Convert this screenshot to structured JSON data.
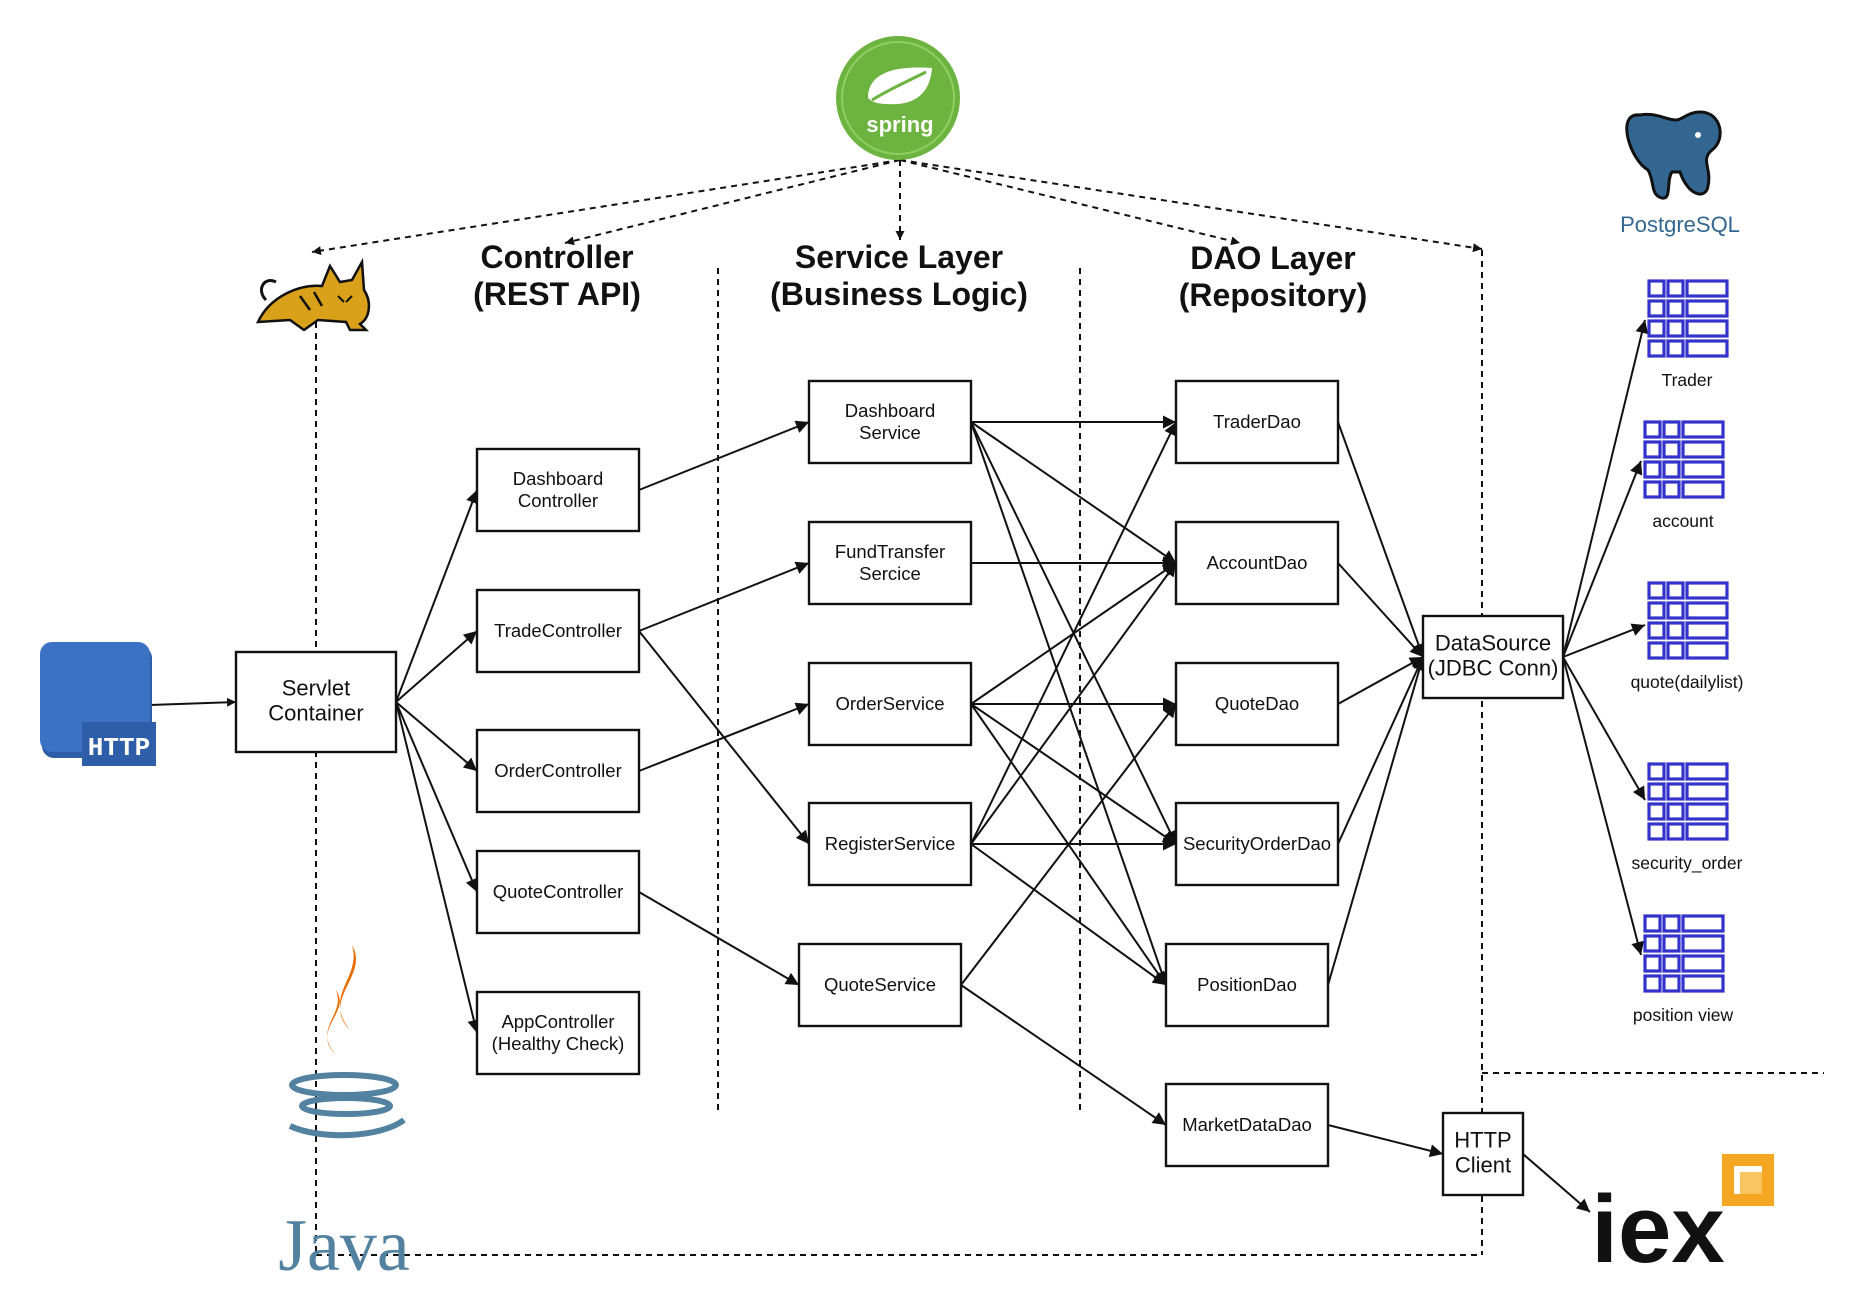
{
  "colors": {
    "line": "#111111",
    "spring_green": "#6db33f",
    "table_blue": "#3333cc",
    "postgres_blue": "#336791",
    "http_blue": "#3c72c4",
    "java_orange": "#e76f00",
    "java_blue": "#5382a1",
    "tomcat_yellow": "#d9a11a",
    "iex_orange": "#f5a623"
  },
  "logos": {
    "spring": {
      "text": "spring",
      "icon": "spring-leaf-icon"
    },
    "tomcat": {
      "icon": "tomcat-cat-icon"
    },
    "http": {
      "text": "HTTP",
      "icon": "http-document-icon"
    },
    "java": {
      "text": "Java",
      "icon": "java-coffee-cup-icon"
    },
    "postgres": {
      "text": "PostgreSQL",
      "icon": "postgres-elephant-icon"
    },
    "iex": {
      "text": "iex",
      "icon": "iex-square-icon"
    }
  },
  "headers": {
    "controller": [
      "Controller",
      "(REST API)"
    ],
    "service": [
      "Service Layer",
      "(Business Logic)"
    ],
    "dao": [
      "DAO Layer",
      "(Repository)"
    ]
  },
  "nodes": {
    "servlet": [
      "Servlet",
      "Container"
    ],
    "dashboard_controller": [
      "Dashboard",
      "Controller"
    ],
    "trade_controller": [
      "TradeController"
    ],
    "order_controller": [
      "OrderController"
    ],
    "quote_controller": [
      "QuoteController"
    ],
    "app_controller": [
      "AppController",
      "(Healthy Check)"
    ],
    "dashboard_service": [
      "Dashboard",
      "Service"
    ],
    "fundtransfer_service": [
      "FundTransfer",
      "Sercice"
    ],
    "order_service": [
      "OrderService"
    ],
    "register_service": [
      "RegisterService"
    ],
    "quote_service": [
      "QuoteService"
    ],
    "trader_dao": [
      "TraderDao"
    ],
    "account_dao": [
      "AccountDao"
    ],
    "quote_dao": [
      "QuoteDao"
    ],
    "securityorder_dao": [
      "SecurityOrderDao"
    ],
    "position_dao": [
      "PositionDao"
    ],
    "marketdata_dao": [
      "MarketDataDao"
    ],
    "datasource": [
      "DataSource",
      "(JDBC Conn)"
    ],
    "http_client": [
      "HTTP",
      "Client"
    ]
  },
  "tables": [
    "Trader",
    "account",
    "quote(dailylist)",
    "security_order",
    "position view"
  ],
  "edges": [
    [
      "http",
      "servlet"
    ],
    [
      "servlet",
      "dashboard_controller"
    ],
    [
      "servlet",
      "trade_controller"
    ],
    [
      "servlet",
      "order_controller"
    ],
    [
      "servlet",
      "quote_controller"
    ],
    [
      "servlet",
      "app_controller"
    ],
    [
      "dashboard_controller",
      "dashboard_service"
    ],
    [
      "trade_controller",
      "fundtransfer_service"
    ],
    [
      "trade_controller",
      "register_service"
    ],
    [
      "order_controller",
      "order_service"
    ],
    [
      "quote_controller",
      "quote_service"
    ],
    [
      "dashboard_service",
      "trader_dao"
    ],
    [
      "dashboard_service",
      "account_dao"
    ],
    [
      "dashboard_service",
      "securityorder_dao"
    ],
    [
      "dashboard_service",
      "position_dao"
    ],
    [
      "fundtransfer_service",
      "account_dao"
    ],
    [
      "order_service",
      "account_dao"
    ],
    [
      "order_service",
      "quote_dao"
    ],
    [
      "order_service",
      "securityorder_dao"
    ],
    [
      "order_service",
      "position_dao"
    ],
    [
      "register_service",
      "trader_dao"
    ],
    [
      "register_service",
      "account_dao"
    ],
    [
      "register_service",
      "securityorder_dao"
    ],
    [
      "register_service",
      "position_dao"
    ],
    [
      "quote_service",
      "quote_dao"
    ],
    [
      "quote_service",
      "marketdata_dao"
    ],
    [
      "trader_dao",
      "datasource"
    ],
    [
      "account_dao",
      "datasource"
    ],
    [
      "quote_dao",
      "datasource"
    ],
    [
      "securityorder_dao",
      "datasource"
    ],
    [
      "position_dao",
      "datasource"
    ],
    [
      "datasource",
      "table_0"
    ],
    [
      "datasource",
      "table_1"
    ],
    [
      "datasource",
      "table_2"
    ],
    [
      "datasource",
      "table_3"
    ],
    [
      "datasource",
      "table_4"
    ],
    [
      "marketdata_dao",
      "http_client"
    ],
    [
      "http_client",
      "iex"
    ],
    [
      "spring",
      "tomcat"
    ],
    [
      "spring",
      "controller_col"
    ],
    [
      "spring",
      "service_col"
    ],
    [
      "spring",
      "dao_col"
    ],
    [
      "spring",
      "datasource_col"
    ]
  ]
}
